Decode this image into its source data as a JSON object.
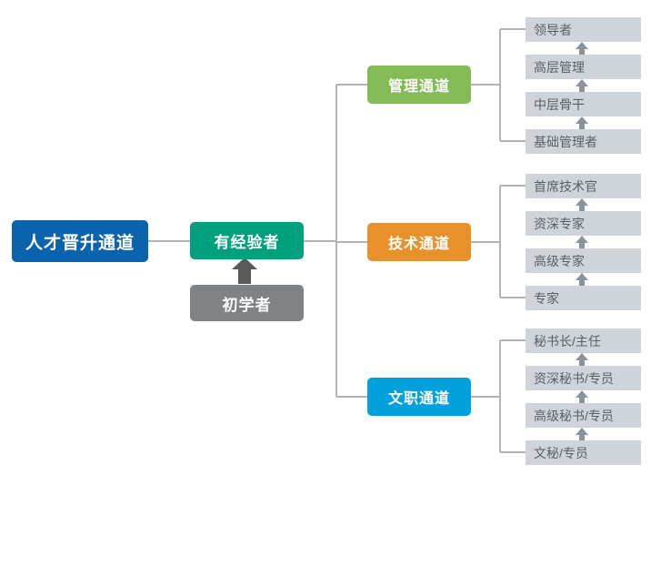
{
  "diagram": {
    "title": "人才晋升通道",
    "background": "#ffffff",
    "colors": {
      "root": "#0b62ad",
      "experienced": "#00a07f",
      "beginner": "#7f8385",
      "management": "#84bb56",
      "technical": "#e8912c",
      "clerical": "#02a0dd",
      "leaf_fill": "#ced4da",
      "leaf_text": "#595f66",
      "connector": "#b0b4b8",
      "big_arrow": "#595959",
      "small_arrow": "#8c9299"
    },
    "root": {
      "label": "人才晋升通道"
    },
    "entry": {
      "experienced_label": "有经验者",
      "beginner_label": "初学者"
    },
    "channels": [
      {
        "id": "management",
        "label": "管理通道",
        "color": "#84bb56",
        "levels": [
          "领导者",
          "高层管理",
          "中层骨干",
          "基础管理者"
        ]
      },
      {
        "id": "technical",
        "label": "技术通道",
        "color": "#e8912c",
        "levels": [
          "首席技术官",
          "资深专家",
          "高级专家",
          "专家"
        ]
      },
      {
        "id": "clerical",
        "label": "文职通道",
        "color": "#02a0dd",
        "levels": [
          "秘书长/主任",
          "资深秘书/专员",
          "高级秘书/专员",
          "文秘/专员"
        ]
      }
    ]
  }
}
